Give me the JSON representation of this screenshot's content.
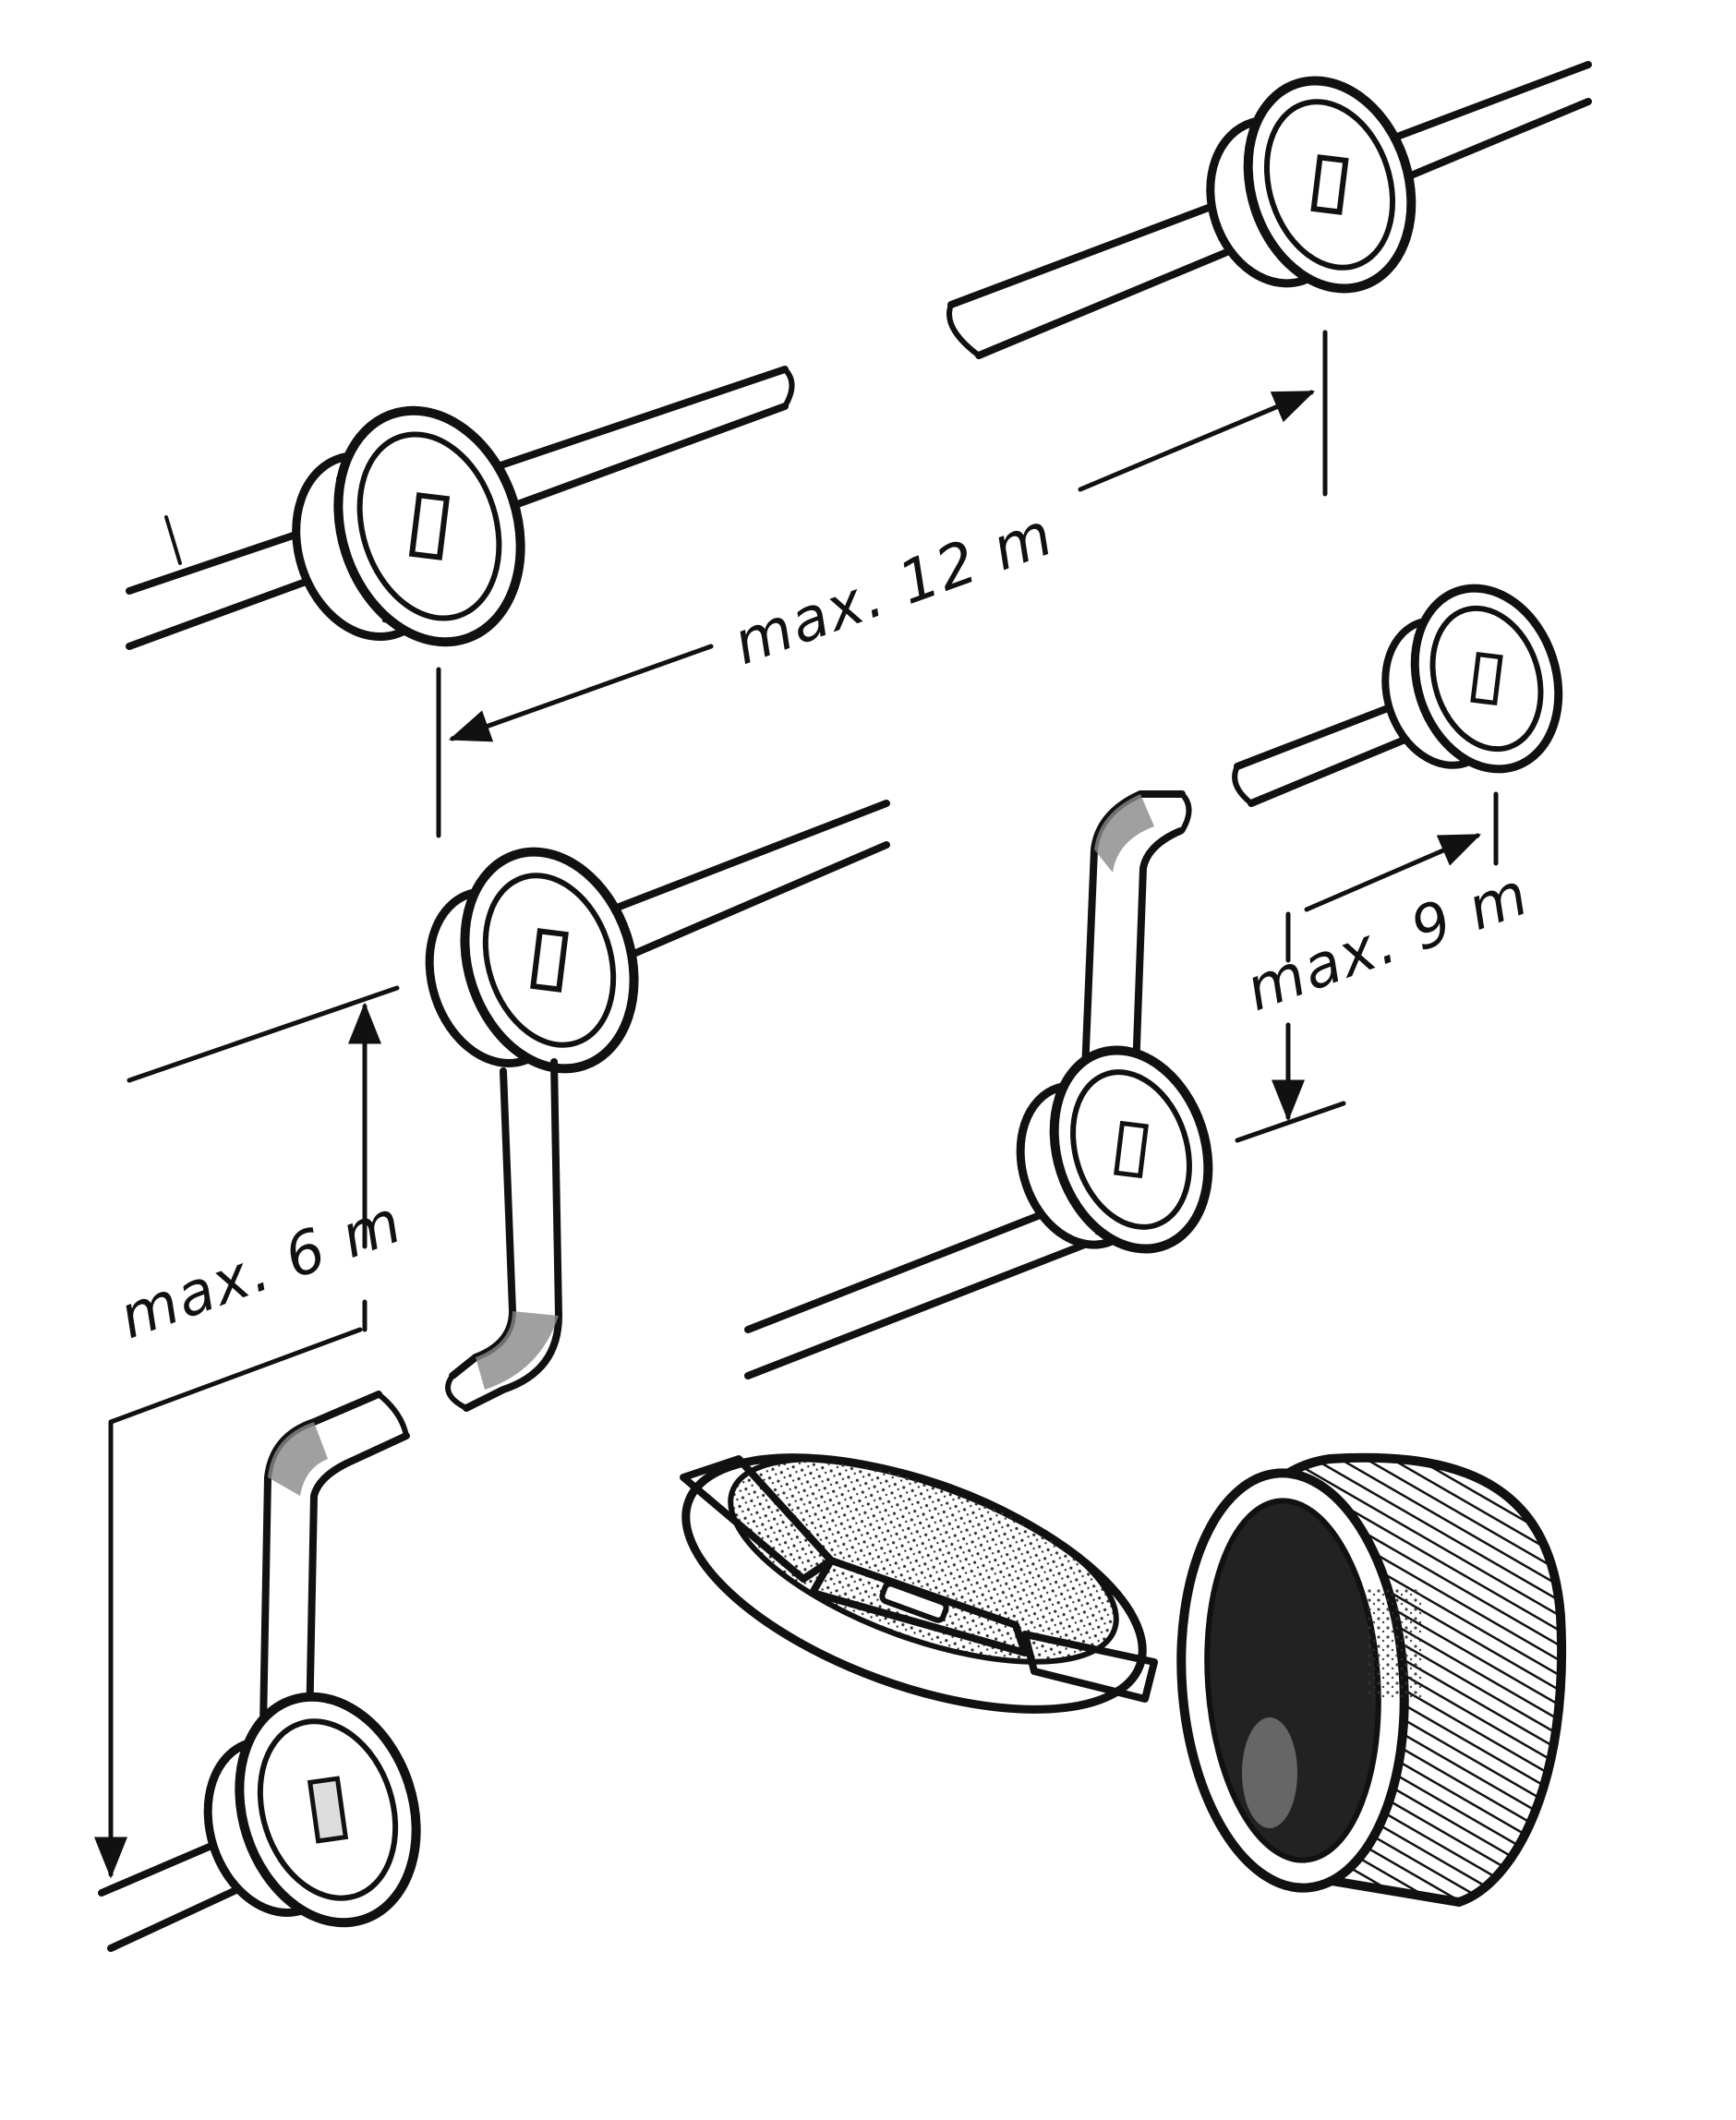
{
  "diagram": {
    "dimensions": {
      "max_12m": "max. 12 m",
      "max_9m": "max. 9 m",
      "max_6m": "max. 6 m"
    },
    "colors": {
      "ink": "#111111",
      "paper": "#ffffff",
      "shade": "#8a8a8a"
    }
  }
}
